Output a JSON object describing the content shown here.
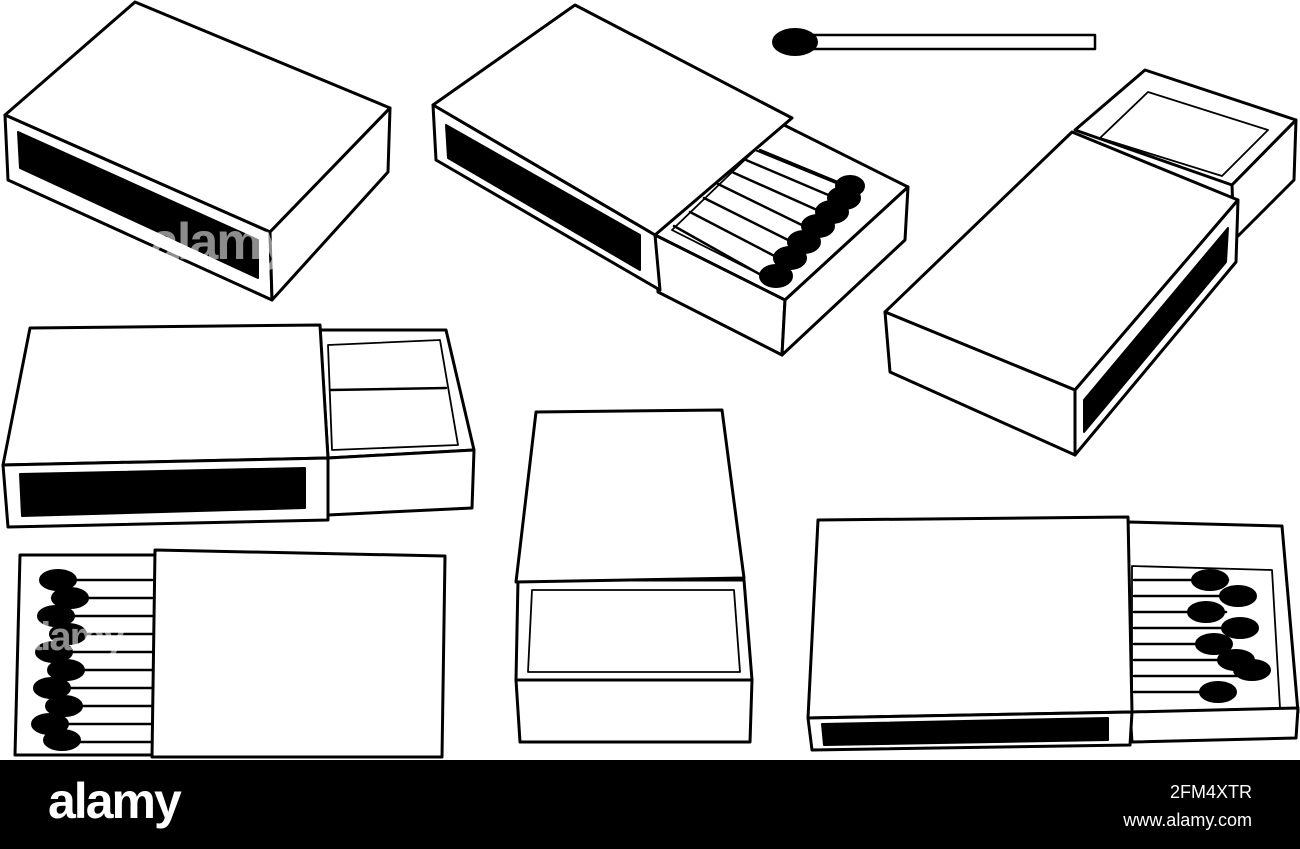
{
  "watermark": {
    "text": "alamy"
  },
  "footer": {
    "logo": "alamy",
    "image_id": "2FM4XTR",
    "url": "www.alamy.com"
  },
  "colors": {
    "ink": "#000000",
    "paper": "#ffffff"
  }
}
